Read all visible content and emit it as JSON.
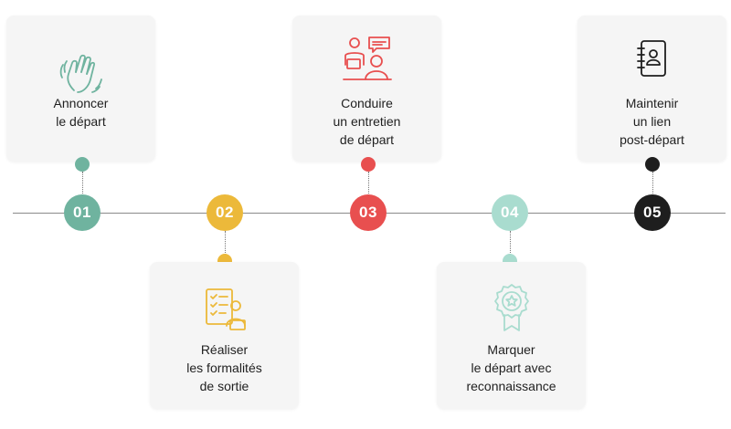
{
  "steps": [
    {
      "number": "01",
      "label_lines": [
        "Annoncer",
        "le départ"
      ],
      "color": "#6fb39f",
      "icon": "waving-hand-icon",
      "position": "top"
    },
    {
      "number": "02",
      "label_lines": [
        "Réaliser",
        "les formalités",
        "de sortie"
      ],
      "color": "#ecb93a",
      "icon": "checklist-person-icon",
      "position": "bottom"
    },
    {
      "number": "03",
      "label_lines": [
        "Conduire",
        "un entretien",
        "de départ"
      ],
      "color": "#e84f4f",
      "icon": "interview-icon",
      "position": "top"
    },
    {
      "number": "04",
      "label_lines": [
        "Marquer",
        "le départ avec",
        "reconnaissance"
      ],
      "color": "#a9dccf",
      "icon": "award-ribbon-icon",
      "position": "bottom"
    },
    {
      "number": "05",
      "label_lines": [
        "Maintenir",
        "un lien",
        "post-départ"
      ],
      "color": "#1e1e1e",
      "icon": "contact-book-icon",
      "position": "top"
    }
  ]
}
